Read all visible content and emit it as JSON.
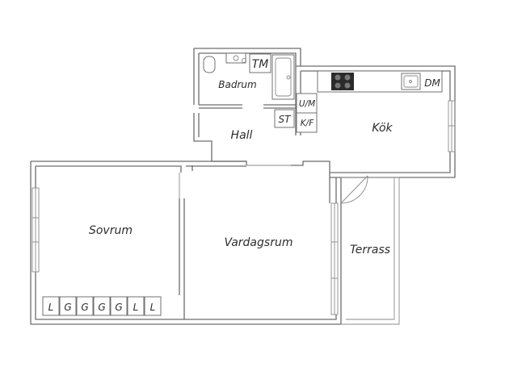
{
  "rooms": {
    "badrum": "Badrum",
    "hall": "Hall",
    "kok": "Kök",
    "sovrum": "Sovrum",
    "vardagsrum": "Vardagsrum",
    "terrass": "Terrass"
  },
  "fixtures": {
    "tm": "TM",
    "st": "ST",
    "um": "U/M",
    "kf": "K/F",
    "dm": "DM"
  },
  "wardrobes": [
    "L",
    "G",
    "G",
    "G",
    "G",
    "L",
    "L"
  ],
  "colors": {
    "wall": "#6d6d6d",
    "text": "#2d2d2d",
    "stove": "#2b2b2b"
  }
}
